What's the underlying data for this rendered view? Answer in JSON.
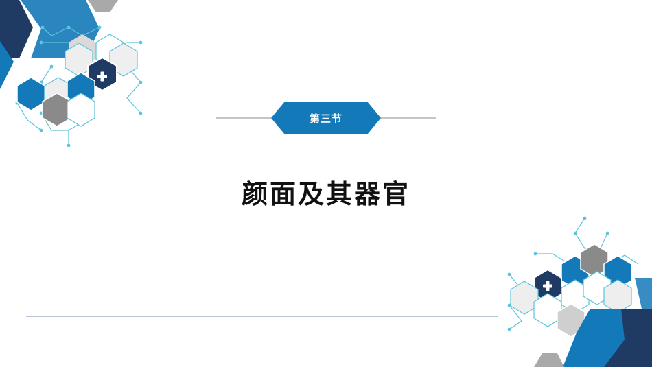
{
  "section": {
    "label": "第三节"
  },
  "title": {
    "text": "颜面及其器官"
  },
  "colors": {
    "primary_blue": "#1479b8",
    "dark_navy": "#1f3b63",
    "gray": "#8a8a8a",
    "light_gray": "#e6e6e6",
    "cyan_line": "#5ec3dc",
    "rule": "#b8c7d8"
  },
  "icons": [
    "medical-cross-icon",
    "hexagon-pattern"
  ]
}
